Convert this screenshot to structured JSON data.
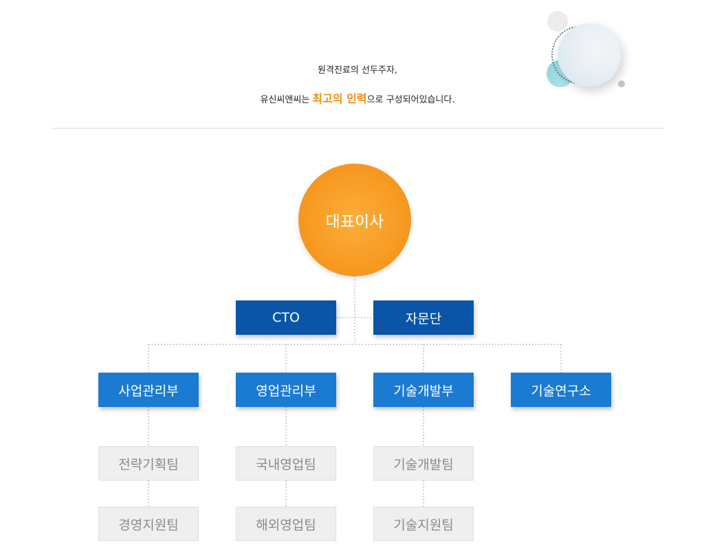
{
  "intro": {
    "line1": "원격진료의 선두주자,",
    "line2_prefix": "유신씨앤씨는 ",
    "line2_highlight": "최고의 인력",
    "line2_suffix": "으로  구성되어있습니다."
  },
  "colors": {
    "highlight": "#f28c12",
    "ceo": "#f79a22",
    "executive": "#0a55a8",
    "department": "#1b7bd0",
    "team": "#efefef"
  },
  "org": {
    "ceo": "대표이사",
    "executives": [
      "CTO",
      "자문단"
    ],
    "departments": [
      "사업관리부",
      "영업관리부",
      "기술개발부",
      "기술연구소"
    ],
    "teams": {
      "row1": [
        "전략기획팀",
        "국내영업팀",
        "기술개발팀"
      ],
      "row2": [
        "경영지원팀",
        "해외영업팀",
        "기술지원팀"
      ]
    }
  }
}
